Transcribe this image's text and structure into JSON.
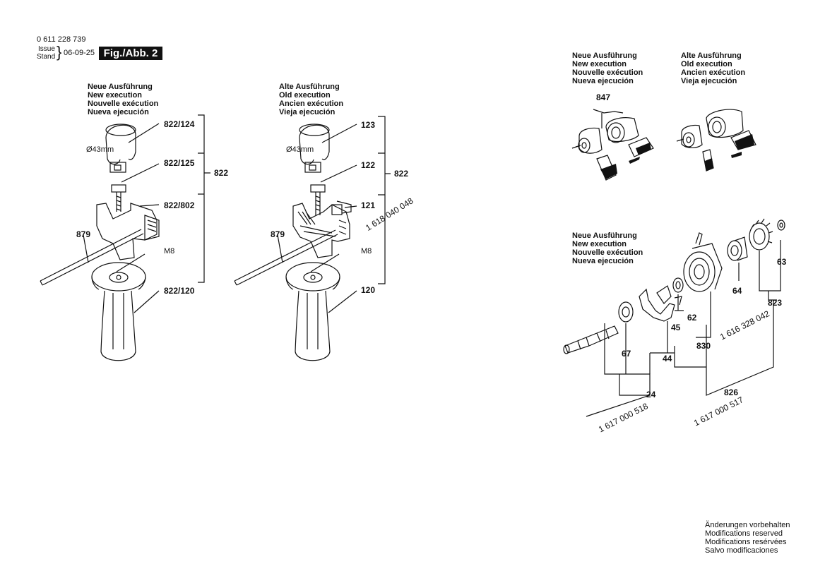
{
  "header": {
    "part_number": "0 611 228 739",
    "issue_label": "Issue",
    "stand_label": "Stand",
    "date": "06-09-25",
    "figure_label": "Fig./Abb. 2"
  },
  "headings": {
    "new": [
      "Neue Ausführung",
      "New execution",
      "Nouvelle exécution",
      "Nueva ejecución"
    ],
    "old": [
      "Alte Ausführung",
      "Old execution",
      "Ancien exécution",
      "Vieja ejecución"
    ]
  },
  "handle_new": {
    "labels": [
      "822/124",
      "822/125",
      "822/802",
      "822/120",
      "822",
      "879"
    ],
    "dimension": "Ø43mm",
    "thread": "M8"
  },
  "handle_old": {
    "labels": [
      "123",
      "122",
      "121",
      "120",
      "822",
      "879"
    ],
    "dimension": "Ø43mm",
    "thread": "M8",
    "rotated_number": "1 618 040 048"
  },
  "gear_set": {
    "labels": [
      "847",
      "63",
      "64",
      "62",
      "45",
      "44",
      "67",
      "24",
      "830",
      "826",
      "823"
    ],
    "numbers": [
      "1 616 328 042",
      "1 617 000 518",
      "1 617 000 517"
    ]
  },
  "footer": {
    "notes": [
      "Änderungen vorbehalten",
      "Modifications reserved",
      "Modifications resérvées",
      "Salvo modificaciones"
    ]
  }
}
